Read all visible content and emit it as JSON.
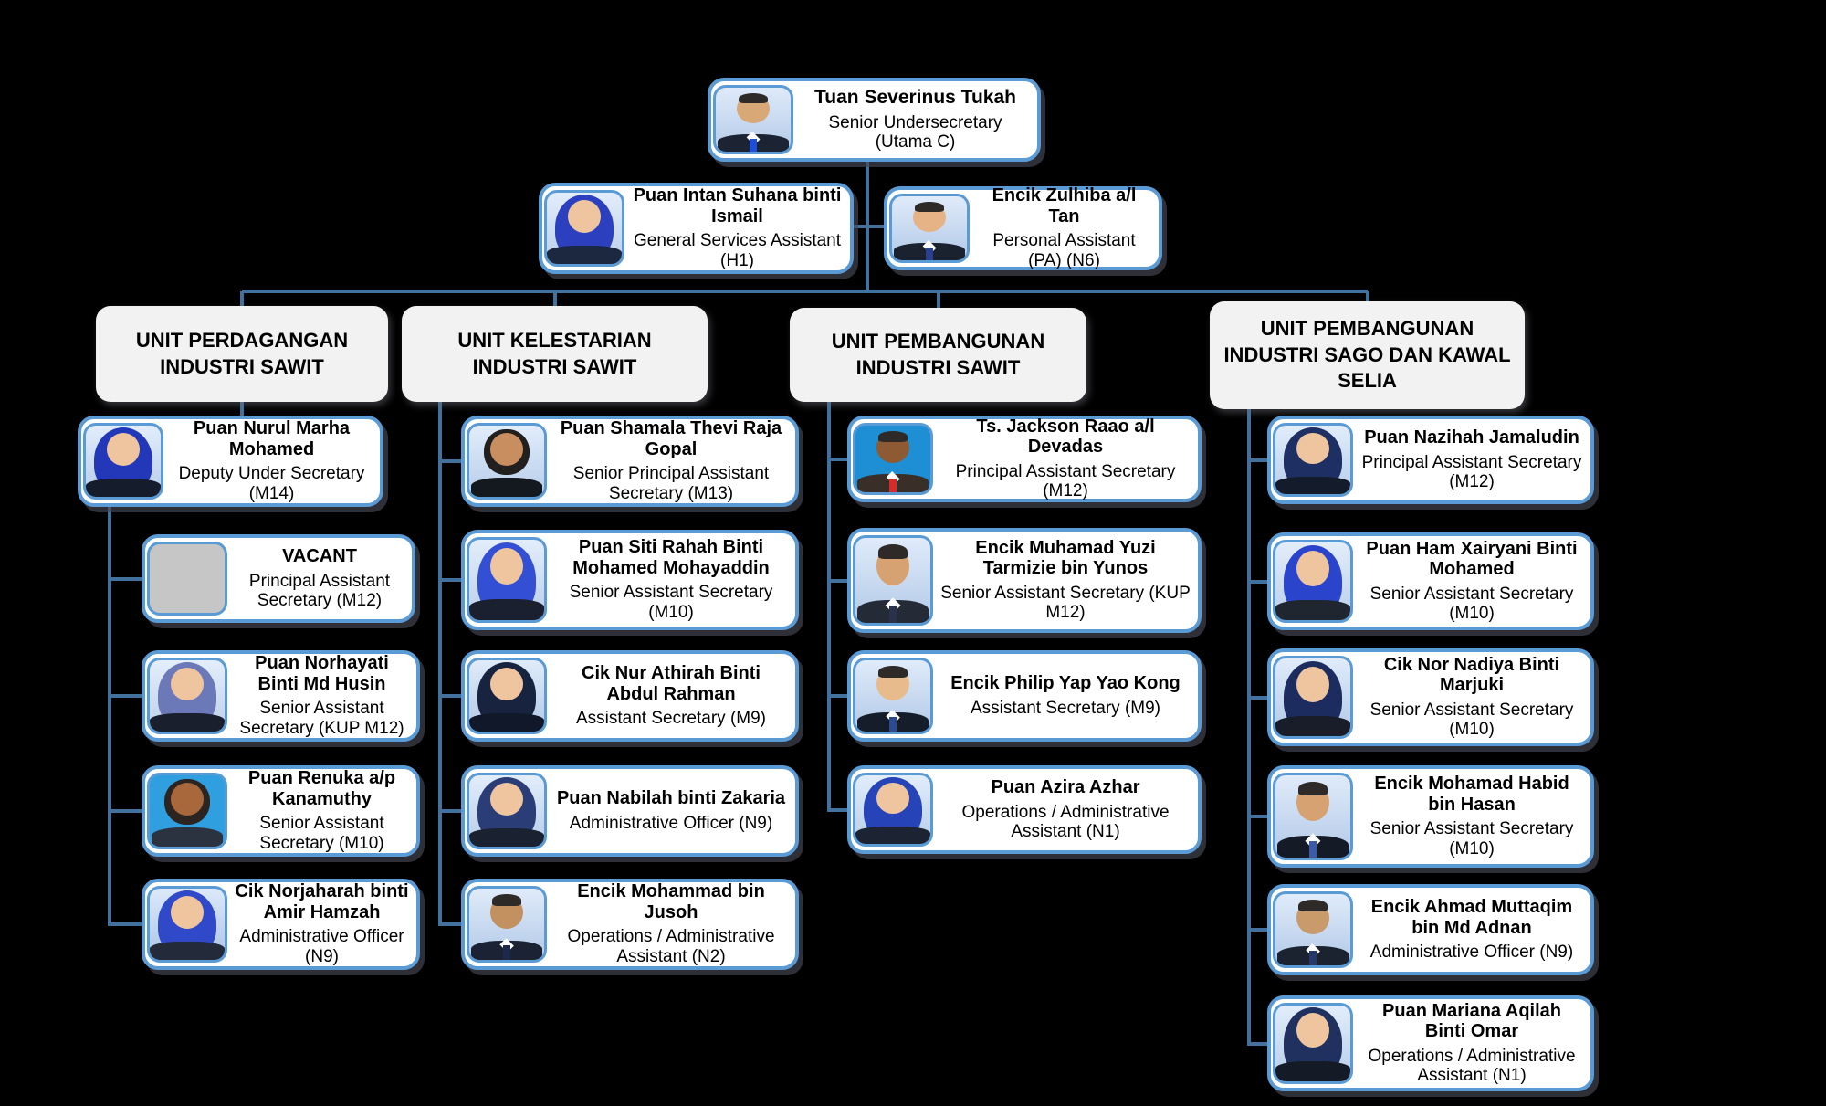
{
  "org": {
    "root": {
      "name": "Tuan Severinus Tukah",
      "role": "Senior Undersecretary (Utama C)",
      "photo": {
        "type": "man",
        "bg1": "#dfeafa",
        "bg2": "#b4cbe8",
        "accent": "#1f4fd8",
        "suit": "#1c2433",
        "skin": "#d9a877"
      }
    },
    "assistants": [
      {
        "name": "Puan Intan Suhana binti Ismail",
        "role": "General Services Assistant (H1)",
        "photo": {
          "type": "hijab",
          "bg1": "#e3edfb",
          "bg2": "#b9cfe9",
          "accent": "#2b3fbf",
          "suit": "#1c2740",
          "skin": "#efc5a0"
        }
      },
      {
        "name": "Encik Zulhiba a/l Tan",
        "role": "Personal Assistant (PA) (N6)",
        "photo": {
          "type": "man",
          "bg1": "#e0ebfa",
          "bg2": "#b2c9e7",
          "accent": "#2b3f8f",
          "suit": "#1a222f",
          "skin": "#e5b386"
        }
      }
    ],
    "units": [
      {
        "title": "UNIT PERDAGANGAN INDUSTRI SAWIT",
        "people": [
          {
            "name": "Puan Nurul Marha Mohamed",
            "role": "Deputy Under Secretary (M14)",
            "photo": {
              "type": "hijab",
              "bg1": "#e2edfb",
              "bg2": "#b6cde9",
              "accent": "#2338b8",
              "suit": "#151c2b",
              "skin": "#efc5a0"
            }
          },
          {
            "name": "VACANT",
            "role": "Principal Assistant Secretary (M12)",
            "photo": {
              "type": "vacant"
            }
          },
          {
            "name": "Puan Norhayati Binti Md Husin",
            "role": "Senior Assistant Secretary (KUP M12)",
            "photo": {
              "type": "hijab",
              "bg1": "#e4eefb",
              "bg2": "#bccfe9",
              "accent": "#6b79b8",
              "suit": "#1a1f2e",
              "skin": "#efc5a0"
            }
          },
          {
            "name": "Puan Renuka a/p Kanamuthy",
            "role": "Senior Assistant Secretary (M10)",
            "photo": {
              "type": "hair",
              "bg1": "#2f9fe0",
              "bg2": "#2f9fe0",
              "accent": "#2b2420",
              "suit": "#2c3340",
              "skin": "#a8683c"
            }
          },
          {
            "name": "Cik Norjaharah binti Amir Hamzah",
            "role": "Administrative Officer (N9)",
            "photo": {
              "type": "hijab",
              "bg1": "#dce9fa",
              "bg2": "#aac4e6",
              "accent": "#2f49c9",
              "suit": "#232a3a",
              "skin": "#efc5a0"
            }
          }
        ]
      },
      {
        "title": "UNIT KELESTARIAN INDUSTRI SAWIT",
        "people": [
          {
            "name": "Puan Shamala Thevi Raja Gopal",
            "role": "Senior Principal Assistant Secretary (M13)",
            "photo": {
              "type": "hair",
              "bg1": "#e2edfb",
              "bg2": "#b6cde9",
              "accent": "#221f1f",
              "suit": "#14181f",
              "skin": "#c98e5f"
            }
          },
          {
            "name": "Puan Siti Rahah Binti Mohamed Mohayaddin",
            "role": "Senior Assistant Secretary (M10)",
            "photo": {
              "type": "hijab",
              "bg1": "#e3edfb",
              "bg2": "#b9cfe9",
              "accent": "#3350d4",
              "suit": "#1b2030",
              "skin": "#efc5a0"
            }
          },
          {
            "name": "Cik Nur Athirah Binti Abdul Rahman",
            "role": "Assistant Secretary (M9)",
            "photo": {
              "type": "hijab",
              "bg1": "#e0ebfa",
              "bg2": "#b2c9e7",
              "accent": "#17233f",
              "suit": "#10182a",
              "skin": "#efc5a0"
            }
          },
          {
            "name": "Puan Nabilah binti Zakaria",
            "role": "Administrative Officer (N9)",
            "photo": {
              "type": "hijab",
              "bg1": "#e2edfb",
              "bg2": "#b6cde9",
              "accent": "#2b3d77",
              "suit": "#1a2232",
              "skin": "#efc5a0"
            }
          },
          {
            "name": "Encik Mohammad bin Jusoh",
            "role": "Operations / Administrative Assistant (N2)",
            "photo": {
              "type": "man",
              "bg1": "#e0ebfa",
              "bg2": "#b2c9e7",
              "accent": "#1b2a4a",
              "suit": "#1a2233",
              "skin": "#c3905f"
            }
          }
        ]
      },
      {
        "title": "UNIT PEMBANGUNAN INDUSTRI SAWIT",
        "people": [
          {
            "name": "Ts. Jackson Raao a/l Devadas",
            "role": "Principal Assistant Secretary (M12)",
            "photo": {
              "type": "man",
              "bg1": "#1e8fd5",
              "bg2": "#1e8fd5",
              "accent": "#d42b2b",
              "suit": "#3a2f28",
              "skin": "#8d5a33"
            }
          },
          {
            "name": "Encik Muhamad Yuzi Tarmizie bin Yunos",
            "role": "Senior Assistant Secretary (KUP M12)",
            "photo": {
              "type": "man",
              "bg1": "#e0ebfa",
              "bg2": "#b2c9e7",
              "accent": "#28324a",
              "suit": "#242a36",
              "skin": "#d7a271"
            }
          },
          {
            "name": "Encik Philip Yap Yao Kong",
            "role": "Assistant Secretary (M9)",
            "photo": {
              "type": "man",
              "bg1": "#e0ebfa",
              "bg2": "#b2c9e7",
              "accent": "#2c4a8f",
              "suit": "#161d2a",
              "skin": "#e8bb8c"
            }
          },
          {
            "name": "Puan Azira Azhar",
            "role": "Operations / Administrative Assistant (N1)",
            "photo": {
              "type": "hijab",
              "bg1": "#e2edfb",
              "bg2": "#b6cde9",
              "accent": "#2743b8",
              "suit": "#1c2333",
              "skin": "#efc5a0"
            }
          }
        ]
      },
      {
        "title": "UNIT PEMBANGUNAN INDUSTRI SAGO DAN KAWAL SELIA",
        "people": [
          {
            "name": "Puan Nazihah Jamaludin",
            "role": "Principal Assistant Secretary (M12)",
            "photo": {
              "type": "hijab",
              "bg1": "#e2edfb",
              "bg2": "#b6cde9",
              "accent": "#1d2f63",
              "suit": "#141b2b",
              "skin": "#efc5a0"
            }
          },
          {
            "name": "Puan Ham Xairyani Binti Mohamed",
            "role": "Senior Assistant Secretary (M10)",
            "photo": {
              "type": "hijab",
              "bg1": "#e3edfb",
              "bg2": "#b9cfe9",
              "accent": "#2a44cc",
              "suit": "#20262f",
              "skin": "#efc5a0"
            }
          },
          {
            "name": "Cik Nor Nadiya Binti Marjuki",
            "role": "Senior Assistant Secretary (M10)",
            "photo": {
              "type": "hijab",
              "bg1": "#e0ebfa",
              "bg2": "#b2c9e7",
              "accent": "#1c2c5e",
              "suit": "#181d29",
              "skin": "#efc5a0"
            }
          },
          {
            "name": "Encik Mohamad Habid bin Hasan",
            "role": "Senior Assistant Secretary (M10)",
            "photo": {
              "type": "man",
              "bg1": "#e0ebfa",
              "bg2": "#b2c9e7",
              "accent": "#3b5ba8",
              "suit": "#141a26",
              "skin": "#d7a271"
            }
          },
          {
            "name": "Encik Ahmad Muttaqim bin Md Adnan",
            "role": "Administrative Officer (N9)",
            "photo": {
              "type": "man",
              "bg1": "#e0ebfa",
              "bg2": "#b2c9e7",
              "accent": "#24386b",
              "suit": "#1b2230",
              "skin": "#c99a6a"
            }
          },
          {
            "name": "Puan Mariana Aqilah Binti Omar",
            "role": "Operations / Administrative Assistant (N1)",
            "photo": {
              "type": "hijab",
              "bg1": "#e2edfb",
              "bg2": "#b6cde9",
              "accent": "#20305f",
              "suit": "#141a26",
              "skin": "#efc5a0"
            }
          }
        ]
      }
    ]
  },
  "colors": {
    "background": "#000000",
    "card_bg": "#ffffff",
    "card_border": "#5b9bd5",
    "connector": "#41719c",
    "unit_header_bg": "#f2f2f2",
    "vacant_photo": "#c6c6c6"
  }
}
